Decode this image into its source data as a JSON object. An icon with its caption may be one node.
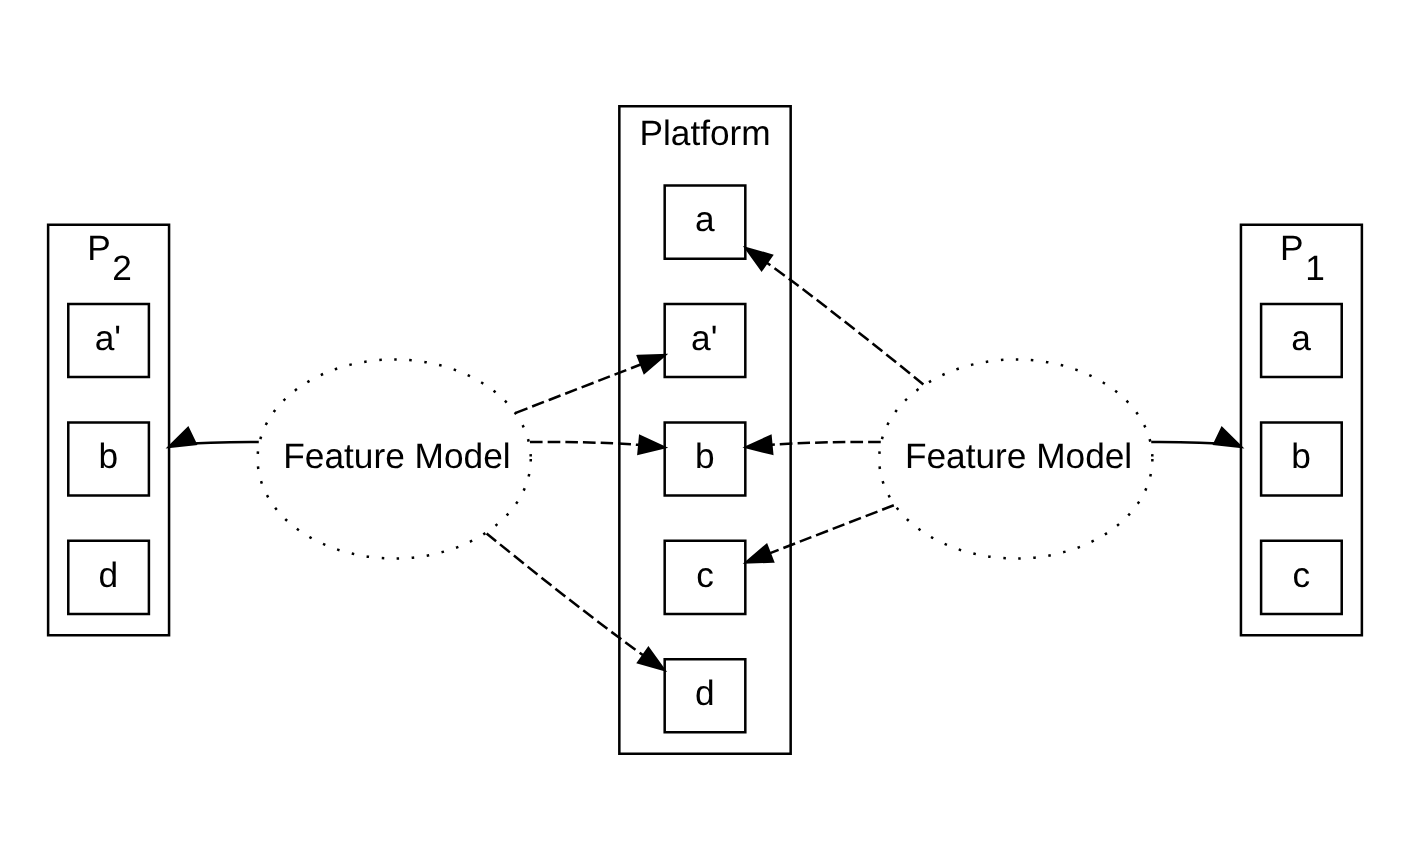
{
  "diagram": {
    "nodes": [
      {
        "text": [
          "P$_{2}$"
        ]
      },
      {
        "text": [
          "a'"
        ],
        "in": 0
      },
      {
        "text": [
          "b"
        ],
        "in": 0
      },
      {
        "text": [
          "d"
        ],
        "in": 0
      },
      {
        "text": [
          "Feature Model"
        ]
      },
      {
        "text": [
          "Platform"
        ]
      },
      {
        "text": [
          "a"
        ],
        "in": 5
      },
      {
        "text": [
          "a'"
        ],
        "in": 5
      },
      {
        "text": [
          "b"
        ],
        "in": 5
      },
      {
        "text": [
          "c"
        ],
        "in": 5
      },
      {
        "text": [
          "d"
        ],
        "in": 5
      },
      {
        "text": [
          "Feature Model"
        ]
      },
      {
        "text": [
          "P$_{1}$"
        ]
      },
      {
        "text": [
          "a"
        ],
        "in": 12
      },
      {
        "text": [
          "b"
        ],
        "in": 12
      },
      {
        "text": [
          "c"
        ],
        "in": 12
      }
    ],
    "edges": [
      {
        "from": 4,
        "to": 0,
        "arrow": "to"
      },
      {
        "from": 4,
        "to": 7,
        "arrow": "to",
        "style": "dashed"
      },
      {
        "from": 4,
        "to": 8,
        "arrow": "to",
        "style": "dashed"
      },
      {
        "from": 4,
        "to": 10,
        "arrow": "to",
        "style": "dashed"
      },
      {
        "from": 11,
        "to": 6,
        "arrow": "to",
        "style": "dashed"
      },
      {
        "from": 11,
        "to": 8,
        "arrow": "to",
        "style": "dashed"
      },
      {
        "from": 11,
        "to": 9,
        "arrow": "to",
        "style": "dashed"
      },
      {
        "from": 11,
        "to": 12,
        "arrow": "to"
      }
    ]
  }
}
